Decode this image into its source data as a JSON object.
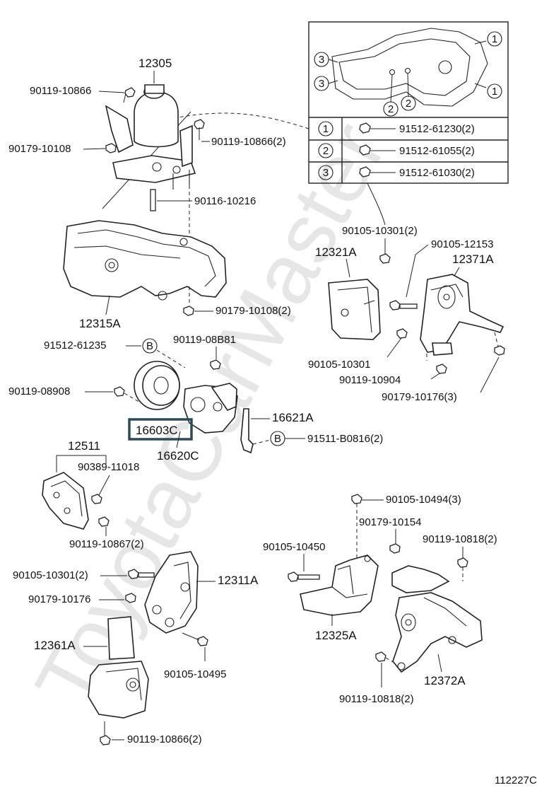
{
  "diagram_number": "112227C",
  "watermark": "ToyotaCarMaster",
  "callout_table": [
    {
      "key": "1",
      "part": "91512-61230(2)"
    },
    {
      "key": "2",
      "part": "91512-61055(2)"
    },
    {
      "key": "3",
      "part": "91512-61030(2)"
    }
  ],
  "inset_keys": [
    "1",
    "1",
    "3",
    "3",
    "2",
    "2"
  ],
  "ref_b": "B",
  "labels": {
    "l12305": "12305",
    "l90119_10866a": "90119-10866",
    "l90179_10108": "90179-10108",
    "l90119_10866b": "90119-10866(2)",
    "l90116_10216": "90116-10216",
    "l12315A": "12315A",
    "l90179_10108b": "90179-10108(2)",
    "l91512_61235": "91512-61235",
    "l90119_08B81": "90119-08B81",
    "l90119_08908": "90119-08908",
    "l16603C": "16603C",
    "l16621A": "16621A",
    "l16620C": "16620C",
    "l91511_B0816": "91511-B0816(2)",
    "l12511": "12511",
    "l90389_11018": "90389-11018",
    "l90119_10867": "90119-10867(2)",
    "l90105_10301a": "90105-10301(2)",
    "l12311A": "12311A",
    "l90179_10176": "90179-10176",
    "l12361A": "12361A",
    "l90105_10495": "90105-10495",
    "l90119_10866c": "90119-10866(2)",
    "l90105_10301b": "90105-10301(2)",
    "l12321A": "12321A",
    "l90105_12153": "90105-12153",
    "l12371A": "12371A",
    "l90105_10301c": "90105-10301",
    "l90119_10904": "90119-10904",
    "l90179_10176b": "90179-10176(3)",
    "l90105_10494": "90105-10494(3)",
    "l90179_10154": "90179-10154",
    "l90105_10450": "90105-10450",
    "l90119_10818a": "90119-10818(2)",
    "l12325A": "12325A",
    "l12372A": "12372A",
    "l90119_10818b": "90119-10818(2)"
  }
}
